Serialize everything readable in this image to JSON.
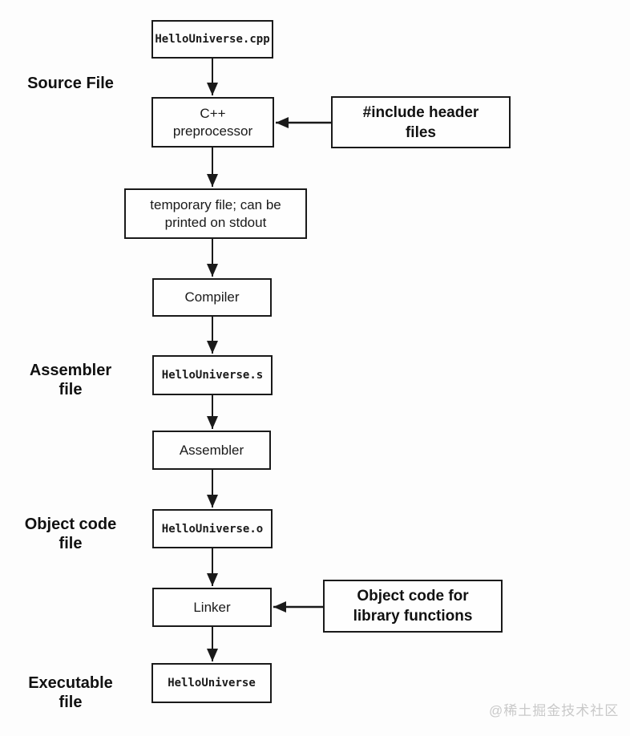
{
  "diagram": {
    "title_implicit": "C++ compilation pipeline flowchart",
    "nodes": [
      {
        "id": "hellouniverse-cpp",
        "font": "mono",
        "lines": [
          "HelloUniverse.cpp"
        ]
      },
      {
        "id": "cpp-preprocessor",
        "font": "sans",
        "lines": [
          "C++",
          "preprocessor"
        ]
      },
      {
        "id": "temporary-file",
        "font": "sans",
        "lines": [
          "temporary file; can be",
          "printed on stdout"
        ]
      },
      {
        "id": "compiler",
        "font": "sans",
        "lines": [
          "Compiler"
        ]
      },
      {
        "id": "hellouniverse-s",
        "font": "mono",
        "lines": [
          "HelloUniverse.s"
        ]
      },
      {
        "id": "assembler",
        "font": "sans",
        "lines": [
          "Assembler"
        ]
      },
      {
        "id": "hellouniverse-o",
        "font": "mono",
        "lines": [
          "HelloUniverse.o"
        ]
      },
      {
        "id": "linker",
        "font": "sans",
        "lines": [
          "Linker"
        ]
      },
      {
        "id": "hellouniverse-exe",
        "font": "mono",
        "lines": [
          "HelloUniverse"
        ]
      }
    ],
    "side_nodes": [
      {
        "id": "include-header-files",
        "lines": [
          "#include header",
          "files"
        ]
      },
      {
        "id": "object-code-for-library",
        "lines": [
          "Object code for",
          "library functions"
        ]
      }
    ],
    "stage_labels": [
      {
        "id": "source-file",
        "lines": [
          "Source File"
        ]
      },
      {
        "id": "assembler-file",
        "lines": [
          "Assembler",
          "file"
        ]
      },
      {
        "id": "object-code-file",
        "lines": [
          "Object code",
          "file"
        ]
      },
      {
        "id": "executable-file",
        "lines": [
          "Executable",
          "file"
        ]
      }
    ],
    "colors": {
      "line": "#1a1a1a",
      "box_border": "#1a1a1a",
      "background": "#fdfdfd",
      "watermark": "#c9c9c9"
    },
    "watermark": "@稀土掘金技术社区"
  }
}
